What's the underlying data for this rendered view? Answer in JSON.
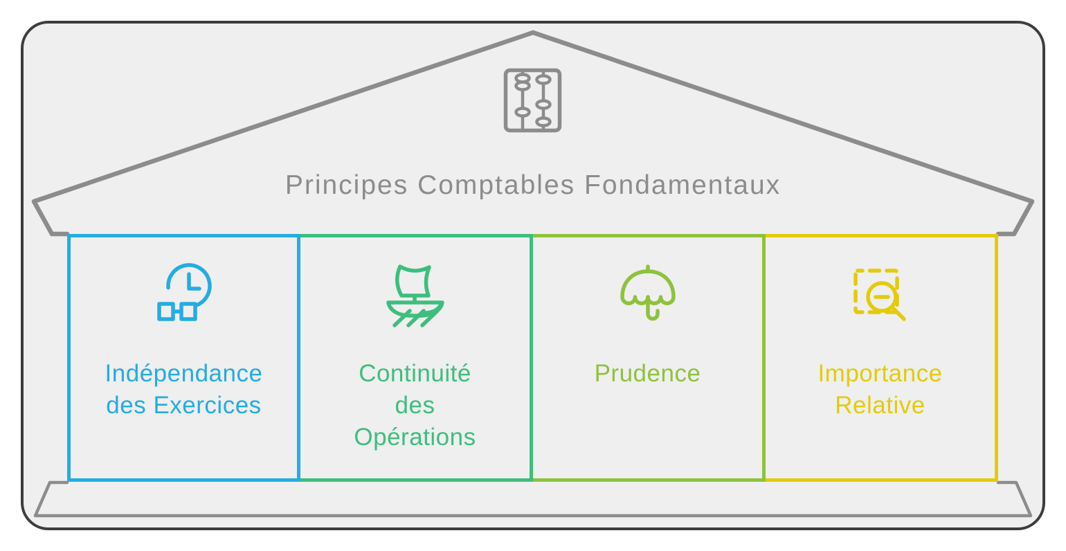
{
  "diagram": {
    "title": "Principes Comptables Fondamentaux",
    "roof_icon": "abacus",
    "principles": [
      {
        "id": "independance-exercices",
        "label": "Indépendance\ndes Exercices",
        "icon": "clock-period",
        "color": "#24ACE3"
      },
      {
        "id": "continuite-operations",
        "label": "Continuité\ndes\nOpérations",
        "icon": "sailboat",
        "color": "#3DBE7D"
      },
      {
        "id": "prudence",
        "label": "Prudence",
        "icon": "umbrella",
        "color": "#8FC23C"
      },
      {
        "id": "importance-relative",
        "label": "Importance\nRelative",
        "icon": "magnifier-selection",
        "color": "#E3CB0A"
      }
    ],
    "colors": {
      "structure": "#8C8C8C",
      "frame_border": "#3D3D3D",
      "background": "#EFEFEF",
      "page": "#FFFFFF"
    }
  }
}
